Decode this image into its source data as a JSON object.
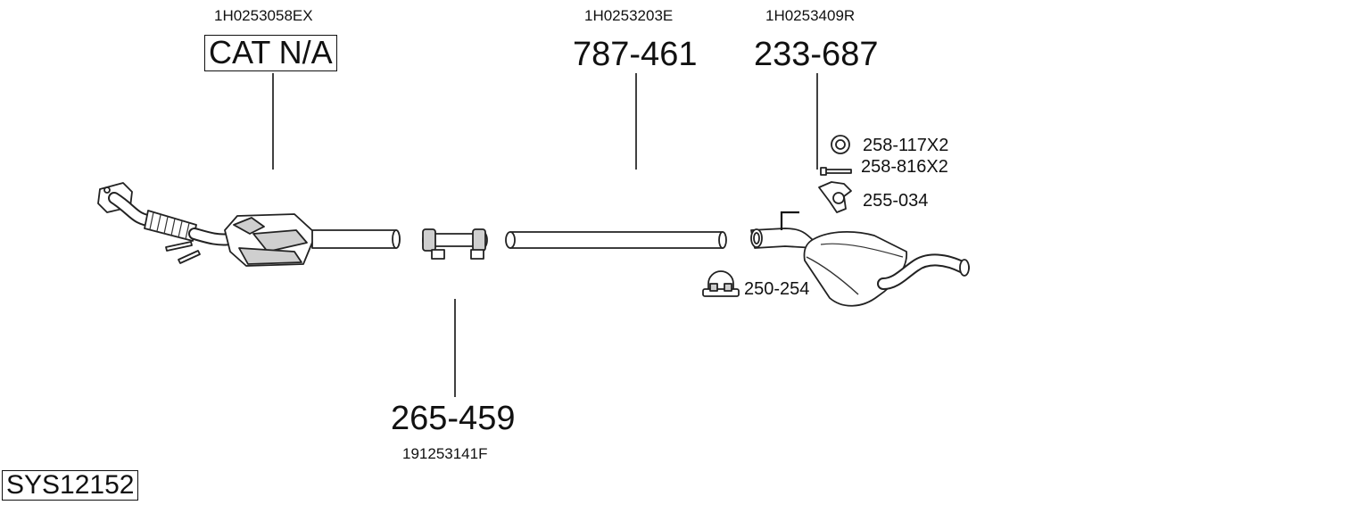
{
  "diagram": {
    "system_code": "SYS12152",
    "parts": [
      {
        "oem": "1H0253058EX",
        "part_no": "CAT N/A"
      },
      {
        "oem": "1H0253203E",
        "part_no": "787-461"
      },
      {
        "oem": "1H0253409R",
        "part_no": "233-687"
      },
      {
        "oem": "191253141F",
        "part_no": "265-459"
      }
    ],
    "accessories": [
      {
        "part_no": "258-117X2",
        "icon": "ring-gasket-icon"
      },
      {
        "part_no": "258-816X2",
        "icon": "bolt-icon"
      },
      {
        "part_no": "255-034",
        "icon": "rubber-mount-icon"
      },
      {
        "part_no": "250-254",
        "icon": "u-clamp-icon"
      }
    ]
  }
}
